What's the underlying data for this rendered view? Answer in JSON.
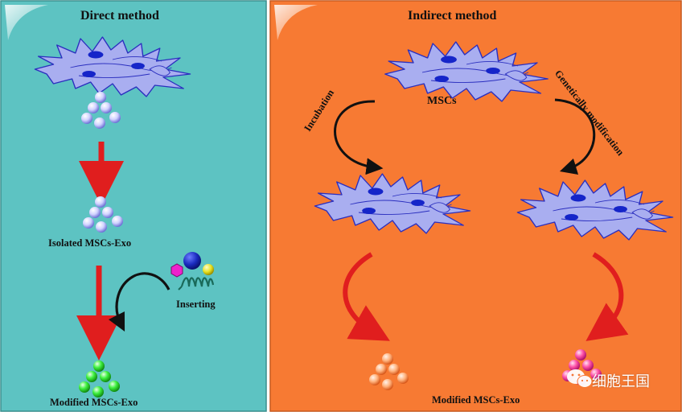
{
  "panels": {
    "direct": {
      "title": "Direct method",
      "isolated_label": "Isolated MSCs-Exo",
      "inserting_label": "Inserting",
      "modified_label": "Modified MSCs-Exo"
    },
    "indirect": {
      "title": "Indirect method",
      "mscs_label": "MSCs",
      "incubation_label": "Incubation",
      "genetic_label": "Genetically modification",
      "modified_label": "Modified MSCs-Exo"
    }
  },
  "watermark": {
    "text": "细胞王国",
    "icon": "wechat-icon"
  },
  "colors": {
    "direct_bg": "#5dc3c2",
    "indirect_bg": "#f77a33",
    "cell_fill": "#a9aef0",
    "cell_stroke": "#2b2fbf",
    "nucleus": "#1525c9",
    "exo_lavender": "#d0d2ff",
    "exo_green": "#22dd22",
    "exo_peach": "#ff9a5a",
    "exo_pink": "#ff3399",
    "red_arrow": "#e01e1e"
  }
}
